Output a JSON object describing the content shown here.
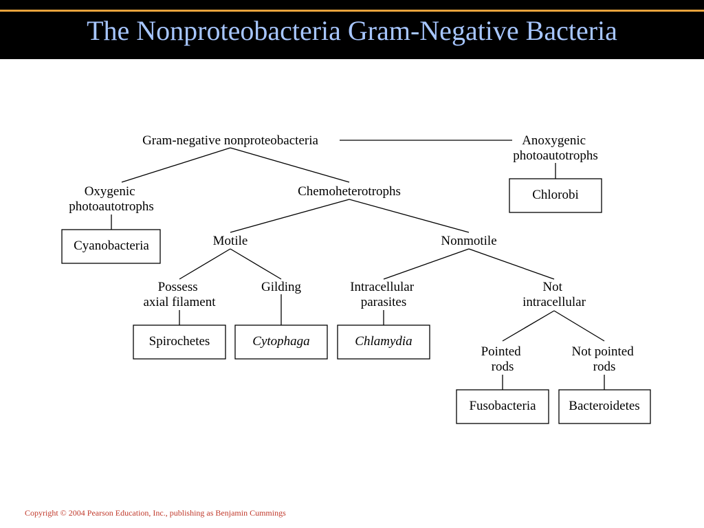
{
  "slide": {
    "title": "The Nonproteobacteria Gram-Negative Bacteria",
    "copyright": "Copyright © 2004 Pearson Education, Inc., publishing as Benjamin Cummings"
  },
  "colors": {
    "header_background": "#000000",
    "header_rule": "#e8a33d",
    "title_text": "#a7c6ff",
    "copyright_text": "#c0392b"
  },
  "diagram": {
    "nodes": {
      "root": [
        "Gram-negative nonproteobacteria"
      ],
      "anoxygenic": [
        "Anoxygenic",
        "photoautotrophs"
      ],
      "oxygenic": [
        "Oxygenic",
        "photoautotrophs"
      ],
      "chemoheterotrophs": [
        "Chemoheterotrophs"
      ],
      "motile": [
        "Motile"
      ],
      "nonmotile": [
        "Nonmotile"
      ],
      "axial": [
        "Possess",
        "axial filament"
      ],
      "gliding": [
        "Gilding"
      ],
      "intracellular": [
        "Intracellular",
        "parasites"
      ],
      "not_intracellular": [
        "Not",
        "intracellular"
      ],
      "pointed": [
        "Pointed",
        "rods"
      ],
      "not_pointed": [
        "Not pointed",
        "rods"
      ]
    },
    "groups": {
      "chlorobi": "Chlorobi",
      "cyanobacteria": "Cyanobacteria",
      "spirochetes": "Spirochetes",
      "cytophaga": "Cytophaga",
      "chlamydia": "Chlamydia",
      "fusobacteria": "Fusobacteria",
      "bacteroidetes": "Bacteroidetes"
    }
  }
}
